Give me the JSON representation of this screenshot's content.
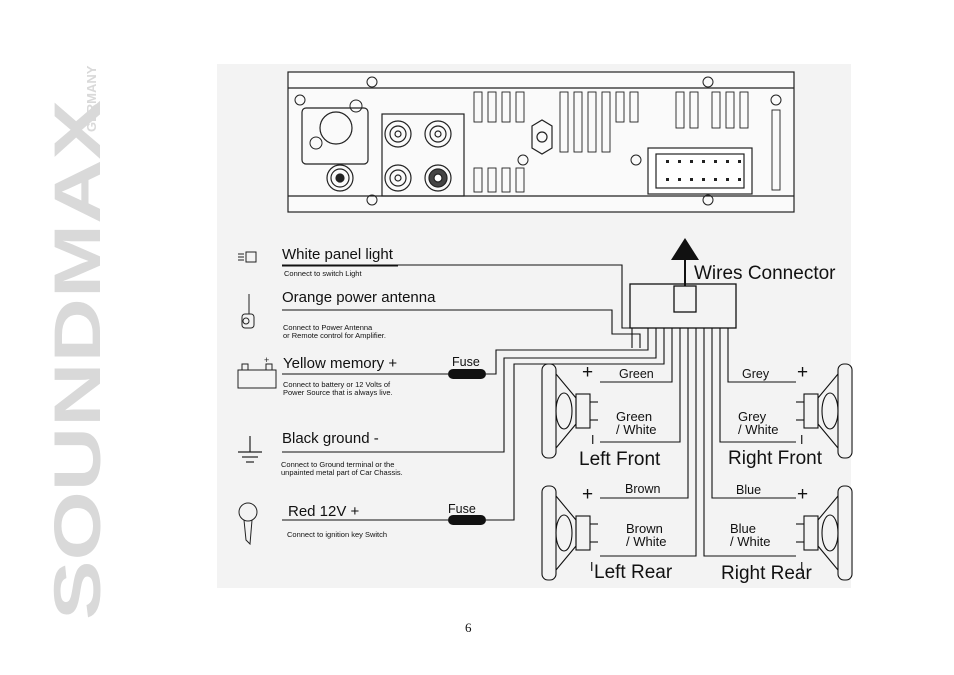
{
  "brand": {
    "name": "SOUNDMAX",
    "suffix": "GERMANY"
  },
  "connector": {
    "title": "Wires Connector"
  },
  "connections": [
    {
      "id": "white",
      "title": "White panel light",
      "note": "Connect to switch Light",
      "icon": "panel-light-icon"
    },
    {
      "id": "orange",
      "title": "Orange power antenna",
      "note": "Connect to Power Antenna\nor Remote control for Amplifier.",
      "icon": "antenna-icon"
    },
    {
      "id": "yellow",
      "title": "Yellow memory  +",
      "note": "Connect to battery or 12 Volts of\nPower Source that is always live.",
      "fuse": "Fuse",
      "icon": "battery-icon"
    },
    {
      "id": "black",
      "title": "Black ground  -",
      "note": "Connect to Ground terminal or the\nunpainted metal part of Car Chassis.",
      "icon": "ground-icon"
    },
    {
      "id": "red",
      "title": "Red 12V  +",
      "note": "Connect to ignition key Switch",
      "fuse": "Fuse",
      "icon": "ignition-key-icon"
    }
  ],
  "speakers": [
    {
      "id": "left-front",
      "label": "Left Front",
      "plus": "Green",
      "minus": "Green\n/ White",
      "plus_sign": "+",
      "minus_sign": "I"
    },
    {
      "id": "right-front",
      "label": "Right Front",
      "plus": "Grey",
      "minus": "Grey\n/ White",
      "plus_sign": "+",
      "minus_sign": "I"
    },
    {
      "id": "left-rear",
      "label": "Left Rear",
      "plus": "Brown",
      "minus": "Brown\n/ White",
      "plus_sign": "+",
      "minus_sign": "I"
    },
    {
      "id": "right-rear",
      "label": "Right Rear",
      "plus": "Blue",
      "minus": "Blue\n/ White",
      "plus_sign": "+",
      "minus_sign": "I"
    }
  ],
  "page_number": "6"
}
